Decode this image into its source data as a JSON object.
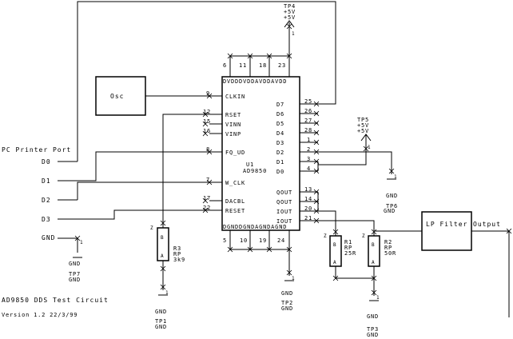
{
  "title": "AD9850 DDS Test Circuit",
  "version": "Version 1.2 22/3/99",
  "chip": {
    "name": "U1",
    "part": "AD9850",
    "top_pin_label": "DVDDDVDDAVDDAVDD",
    "bottom_pin_label": "DGNDDGNDAGNDAGND",
    "top_pins": [
      "6",
      "11",
      "18",
      "23"
    ],
    "bottom_pins": [
      "5",
      "10",
      "19",
      "24"
    ],
    "left_pins": [
      {
        "num": "9",
        "label": "CLKIN"
      },
      {
        "num": "12",
        "label": "RSET"
      },
      {
        "num": "15",
        "label": "VINN"
      },
      {
        "num": "16",
        "label": "VINP"
      },
      {
        "num": "8",
        "label": "FQ_UD"
      },
      {
        "num": "7",
        "label": "W_CLK"
      },
      {
        "num": "17",
        "label": "DACBL"
      },
      {
        "num": "22",
        "label": "RESET"
      }
    ],
    "right_pins": [
      {
        "num": "25",
        "label": "D7"
      },
      {
        "num": "26",
        "label": "D6"
      },
      {
        "num": "27",
        "label": "D5"
      },
      {
        "num": "28",
        "label": "D4"
      },
      {
        "num": "1",
        "label": "D3"
      },
      {
        "num": "2",
        "label": "D2"
      },
      {
        "num": "3",
        "label": "D1"
      },
      {
        "num": "4",
        "label": "D0"
      },
      {
        "num": "13",
        "label": "QOUT"
      },
      {
        "num": "14",
        "label": "QOUT"
      },
      {
        "num": "20",
        "label": "IOUT"
      },
      {
        "num": "21",
        "label": "IOUT"
      }
    ]
  },
  "oscillator": "Osc",
  "filter": "LP Filter",
  "output": "Output",
  "pc_port": {
    "title": "PC Printer Port",
    "lines": [
      "D0",
      "D1",
      "D2",
      "D3",
      "GND"
    ]
  },
  "resistors": [
    {
      "ref": "R3",
      "type": "RP",
      "value": "3k9"
    },
    {
      "ref": "R1",
      "type": "RP",
      "value": "25R"
    },
    {
      "ref": "R2",
      "type": "RP",
      "value": "50R"
    }
  ],
  "resistor_pin_b": "B",
  "resistor_pin_a": "A",
  "resistor_pin_z": "Z",
  "test_points": [
    {
      "name": "TP4",
      "lines": [
        "+5V",
        "+5V"
      ]
    },
    {
      "name": "TP5",
      "lines": [
        "+5V",
        "+5V"
      ]
    },
    {
      "name": "TP6",
      "lines": [
        "GND"
      ]
    },
    {
      "name": "TP7",
      "lines": [
        "GND"
      ]
    },
    {
      "name": "TP1",
      "lines": [
        "GND"
      ]
    },
    {
      "name": "TP2",
      "lines": [
        "GND"
      ]
    },
    {
      "name": "TP3",
      "lines": [
        "GND"
      ]
    }
  ],
  "ground_labels": [
    "GND",
    "GND",
    "GND",
    "GND",
    "GND"
  ],
  "tp_pin_number": "1",
  "connector_pin_number": "1"
}
